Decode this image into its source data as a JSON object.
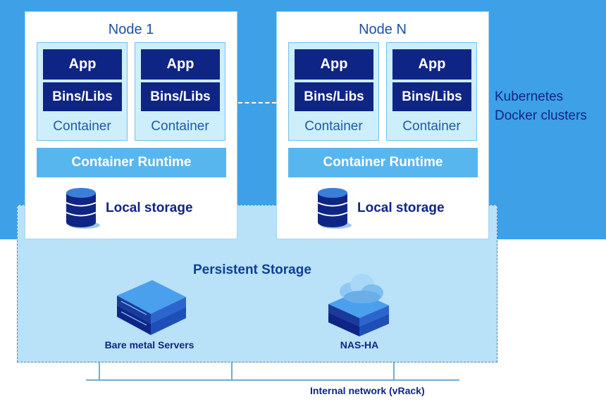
{
  "cluster": {
    "label_line1": "Kubernetes",
    "label_line2": "Docker clusters"
  },
  "nodes": [
    {
      "title": "Node 1",
      "containers": [
        {
          "app": "App",
          "libs": "Bins/Libs",
          "label": "Container"
        },
        {
          "app": "App",
          "libs": "Bins/Libs",
          "label": "Container"
        }
      ],
      "runtime": "Container Runtime",
      "storage": "Local storage"
    },
    {
      "title": "Node N",
      "containers": [
        {
          "app": "App",
          "libs": "Bins/Libs",
          "label": "Container"
        },
        {
          "app": "App",
          "libs": "Bins/Libs",
          "label": "Container"
        }
      ],
      "runtime": "Container Runtime",
      "storage": "Local storage"
    }
  ],
  "persistent_storage": {
    "title": "Persistent Storage",
    "devices": [
      {
        "label": "Bare metal Servers",
        "icon": "server-icon"
      },
      {
        "label": "NAS-HA",
        "icon": "nas-cloud-icon"
      }
    ]
  },
  "network": {
    "label": "Internal network (vRack)"
  },
  "colors": {
    "cluster_bg": "#3ea1e8",
    "persistent_bg": "#b9e1f7",
    "dark_blue": "#0f2585",
    "runtime_blue": "#58b6ee",
    "container_bg": "#cdeefb"
  }
}
